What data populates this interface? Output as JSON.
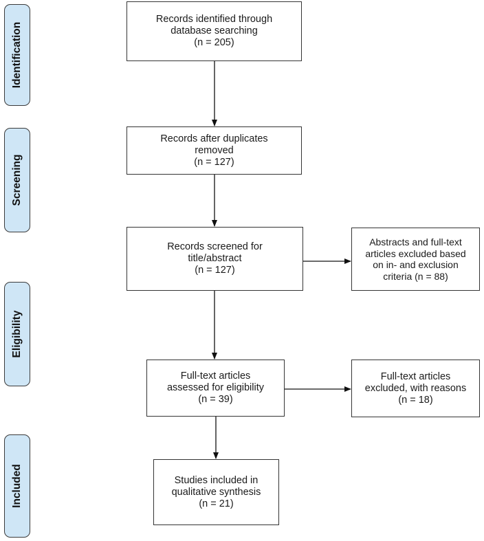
{
  "phases": {
    "identification": "Identification",
    "screening": "Screening",
    "eligibility": "Eligibility",
    "included": "Included"
  },
  "boxes": {
    "identified": {
      "lines": [
        "Records identified through",
        "database searching",
        "(n = 205)"
      ]
    },
    "deduplicated": {
      "lines": [
        "Records after duplicates",
        "removed",
        "(n = 127)"
      ]
    },
    "screened": {
      "lines": [
        "Records screened for",
        "title/abstract",
        "(n = 127)"
      ]
    },
    "excluded_abstract": {
      "lines": [
        "Abstracts and full-text",
        "articles excluded based",
        "on in- and exclusion",
        "criteria (n = 88)"
      ]
    },
    "fulltext_assessed": {
      "lines": [
        "Full-text articles",
        "assessed for eligibility",
        "(n = 39)"
      ]
    },
    "fulltext_excluded": {
      "lines": [
        "Full-text articles",
        "excluded, with reasons",
        "(n = 18)"
      ]
    },
    "included": {
      "lines": [
        "Studies included in",
        "qualitative synthesis",
        "(n = 21)"
      ]
    }
  }
}
